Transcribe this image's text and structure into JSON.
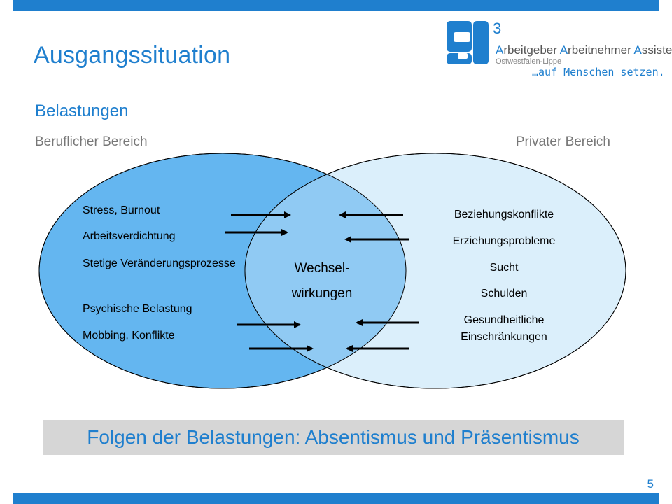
{
  "header": {
    "title": "Ausgangssituation"
  },
  "subtitle": "Belastungen",
  "areas": {
    "left": "Beruflicher  Bereich",
    "right": "Privater Bereich"
  },
  "logo": {
    "superscript": "3",
    "line1": [
      {
        "cap": "A",
        "rest": "rbeitgeber "
      },
      {
        "cap": "A",
        "rest": "rbeitnehmer "
      },
      {
        "cap": "A",
        "rest": "ssistenz"
      }
    ],
    "line2": "Ostwestfalen-Lippe",
    "line3": "…auf Menschen setzen."
  },
  "venn": {
    "left_items": [
      "Stress, Burnout",
      "Arbeitsverdichtung",
      "Stetige Veränderungsprozesse",
      "Psychische Belastung",
      "Mobbing, Konflikte"
    ],
    "right_items": [
      "Beziehungskonflikte",
      "Erziehungsprobleme",
      "Sucht",
      "Schulden",
      "Gesundheitliche Einschränkungen"
    ],
    "center": [
      "Wechsel-",
      "wirkungen"
    ],
    "colors": {
      "left": "#64b6f0",
      "right": "#dbeffb",
      "overlap": "#90caf3"
    }
  },
  "banner": {
    "text": "Folgen der Belastungen: Absentismus und Präsentismus"
  },
  "page_number": "5",
  "colors": {
    "accent": "#1f7fce",
    "banner_bg": "#d6d6d6"
  }
}
